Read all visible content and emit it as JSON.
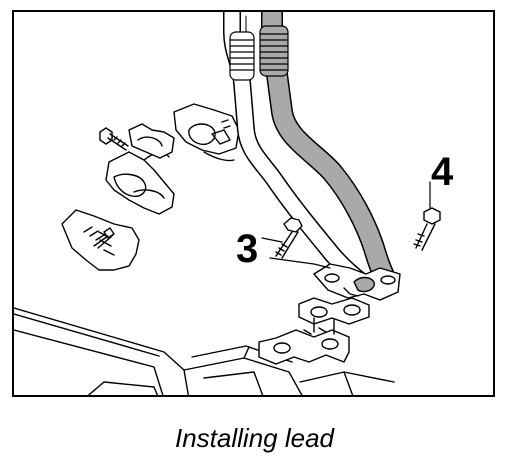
{
  "diagram": {
    "callouts": [
      {
        "id": "3",
        "label": "3"
      },
      {
        "id": "4",
        "label": "4"
      }
    ],
    "caption": "Installing lead",
    "colors": {
      "outline": "#000000",
      "highlight_pipe": "#a9a9a9",
      "plain_pipe": "#ffffff",
      "background": "#ffffff"
    }
  }
}
